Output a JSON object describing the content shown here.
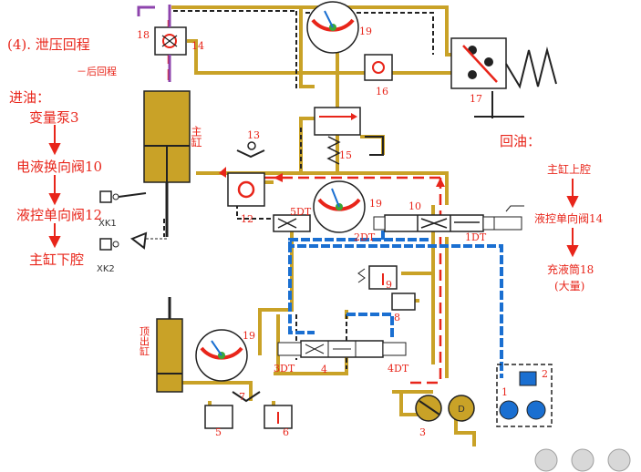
{
  "title": "(4). 泄压回程",
  "subtitle": "－后回程",
  "inlet": {
    "heading": "进油：",
    "steps": [
      "变量泵3",
      "电液换向阀10",
      "液控单向阀12",
      "主缸下腔"
    ]
  },
  "return": {
    "heading": "回油：",
    "steps": [
      "主缸上腔",
      "液控单向阀14",
      "充液筒18",
      "(大量)"
    ]
  },
  "labels": {
    "main_cylinder": "主缸",
    "ejector_cylinder": "顶出缸",
    "xk1": "XK1",
    "xk2": "XK2",
    "dt1": "1DT",
    "dt2": "2DT",
    "dt3": "3DT",
    "dt4": "4DT",
    "dt5": "5DT",
    "n1": "1",
    "n2": "2",
    "n3": "3",
    "n4": "4",
    "n5": "5",
    "n6": "6",
    "n7": "7",
    "n8": "8",
    "n9": "9",
    "n10": "10",
    "n12": "12",
    "n13": "13",
    "n14": "14",
    "n15": "15",
    "n16": "16",
    "n17": "17",
    "n18": "18",
    "n19a": "19",
    "n19b": "19",
    "n19c": "19"
  },
  "colors": {
    "pressure_line": "#e8251a",
    "return_line": "#1a6fd1",
    "body_line": "#c9a227",
    "text": "#e8251a"
  }
}
